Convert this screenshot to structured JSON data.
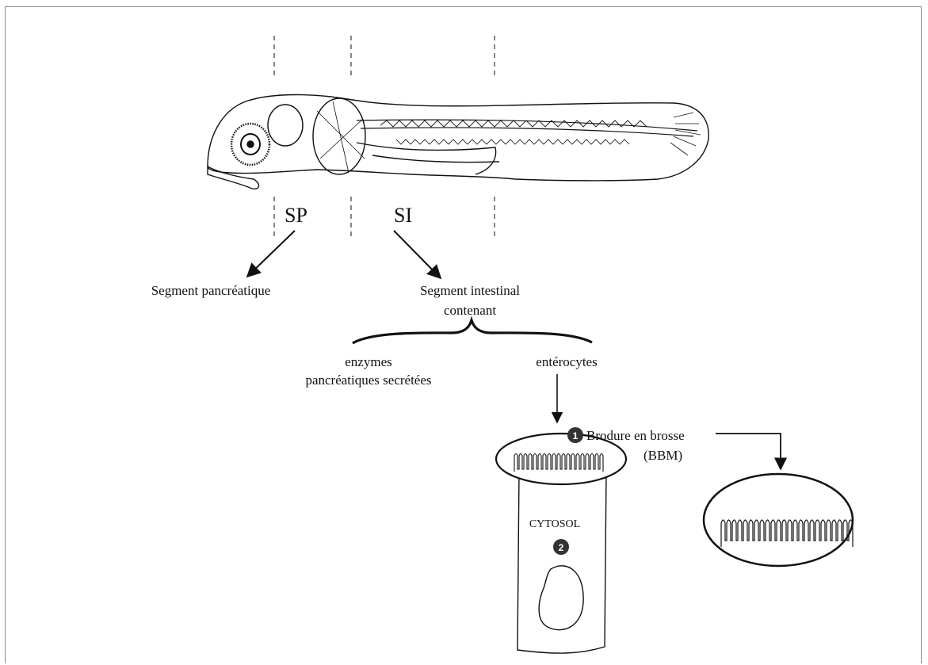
{
  "segments": {
    "sp": "SP",
    "si": "SI"
  },
  "labels": {
    "pancreatic_segment": "Segment pancréatique",
    "intestinal_segment_line1": "Segment intestinal",
    "intestinal_segment_line2": "contenant",
    "enzymes_line1": "enzymes",
    "enzymes_line2": "pancréatiques secrétées",
    "enterocytes": "entérocytes",
    "brush_border_line1": "Brodure en brosse",
    "brush_border_line2": "(BBM)",
    "cytosol": "CYTOSOL"
  },
  "markers": {
    "brush_border": "1",
    "cytosol": "2"
  },
  "colors": {
    "ink": "#111111",
    "frame": "#8a8a8a",
    "marker_fill": "#333333"
  }
}
